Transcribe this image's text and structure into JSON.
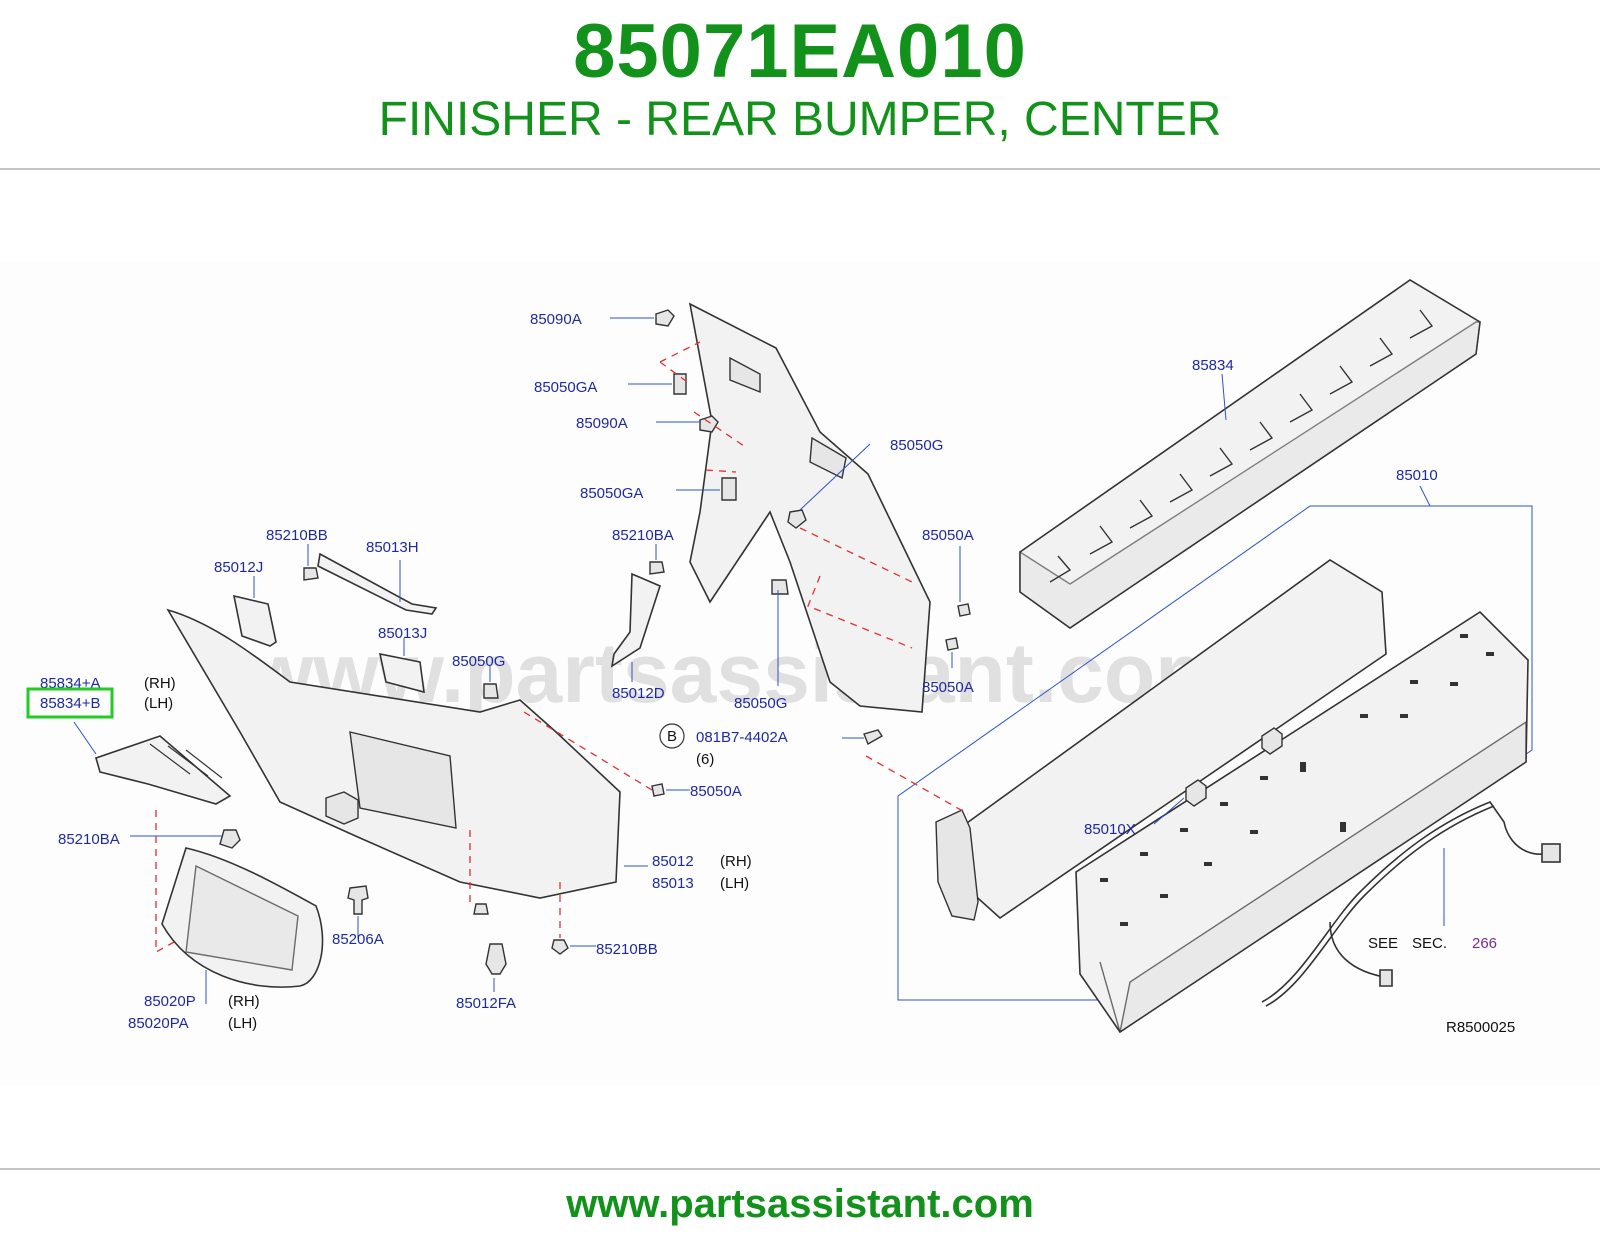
{
  "header": {
    "part_number": "85071EA010",
    "title": "FINISHER - REAR BUMPER, CENTER"
  },
  "watermark": "www.partsassistant.com",
  "callouts": {
    "c85090A_1": "85090A",
    "c85050GA_1": "85050GA",
    "c85090A_2": "85090A",
    "c85050GA_2": "85050GA",
    "c85050G_top": "85050G",
    "c85834": "85834",
    "c85010": "85010",
    "c85210BB_top": "85210BB",
    "c85013H": "85013H",
    "c85012J": "85012J",
    "c85210BA_mid": "85210BA",
    "c85050A_r1": "85050A",
    "c85013J": "85013J",
    "c85050G_mid": "85050G",
    "c85012D": "85012D",
    "c85050A_r2": "85050A",
    "c85834A": "85834+A",
    "c85834A_side": "(RH)",
    "c85834B": "85834+B",
    "c85834B_side": "(LH)",
    "c85050G_low": "85050G",
    "bolt_marker": "B",
    "bolt_code": "081B7-4402A",
    "bolt_qty": "(6)",
    "c85050A_low": "85050A",
    "c85010X": "85010X",
    "c85210BA_left": "85210BA",
    "c85012": "85012",
    "c85012_side": "(RH)",
    "c85013": "85013",
    "c85013_side": "(LH)",
    "c85206A": "85206A",
    "c85210BB_low": "85210BB",
    "see": "SEE",
    "sec": "SEC.",
    "sec_num": "266",
    "c85020P": "85020P",
    "c85020P_side": "(RH)",
    "c85020PA": "85020PA",
    "c85020PA_side": "(LH)",
    "c85012FA": "85012FA",
    "drawing_ref": "R8500025"
  },
  "highlight": {
    "callout": "85834+B",
    "color": "#22cc22"
  },
  "footer": {
    "url": "www.partsassistant.com"
  },
  "colors": {
    "brand_green": "#12921a",
    "callout_blue": "#1f2aa0",
    "leader_blue": "#2b52c8",
    "assembly_dash": "#e03030"
  }
}
